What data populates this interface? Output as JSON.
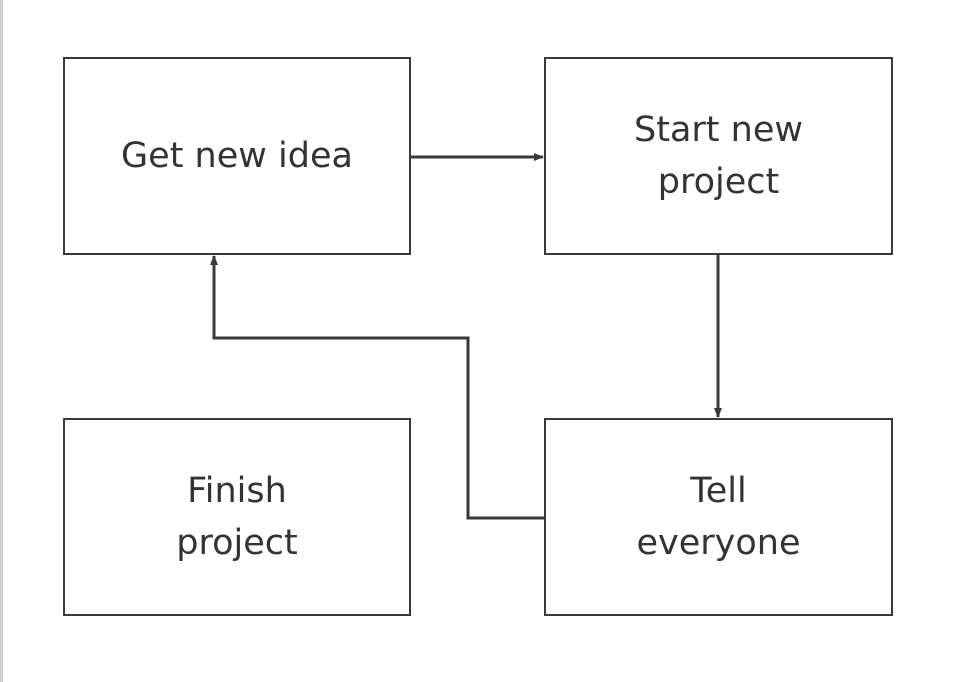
{
  "diagram": {
    "type": "flowchart",
    "nodes": [
      {
        "id": "get_idea",
        "lines": [
          "Get new idea"
        ]
      },
      {
        "id": "start_project",
        "lines": [
          "Start new",
          "project"
        ]
      },
      {
        "id": "finish_project",
        "lines": [
          "Finish",
          "project"
        ]
      },
      {
        "id": "tell_everyone",
        "lines": [
          "Tell",
          "everyone"
        ]
      }
    ],
    "edges": [
      {
        "from": "get_idea",
        "to": "start_project"
      },
      {
        "from": "start_project",
        "to": "tell_everyone"
      },
      {
        "from": "tell_everyone",
        "to": "get_idea"
      }
    ],
    "colors": {
      "line": "#3a3a3a",
      "text": "#333333",
      "background": "#ffffff"
    }
  }
}
